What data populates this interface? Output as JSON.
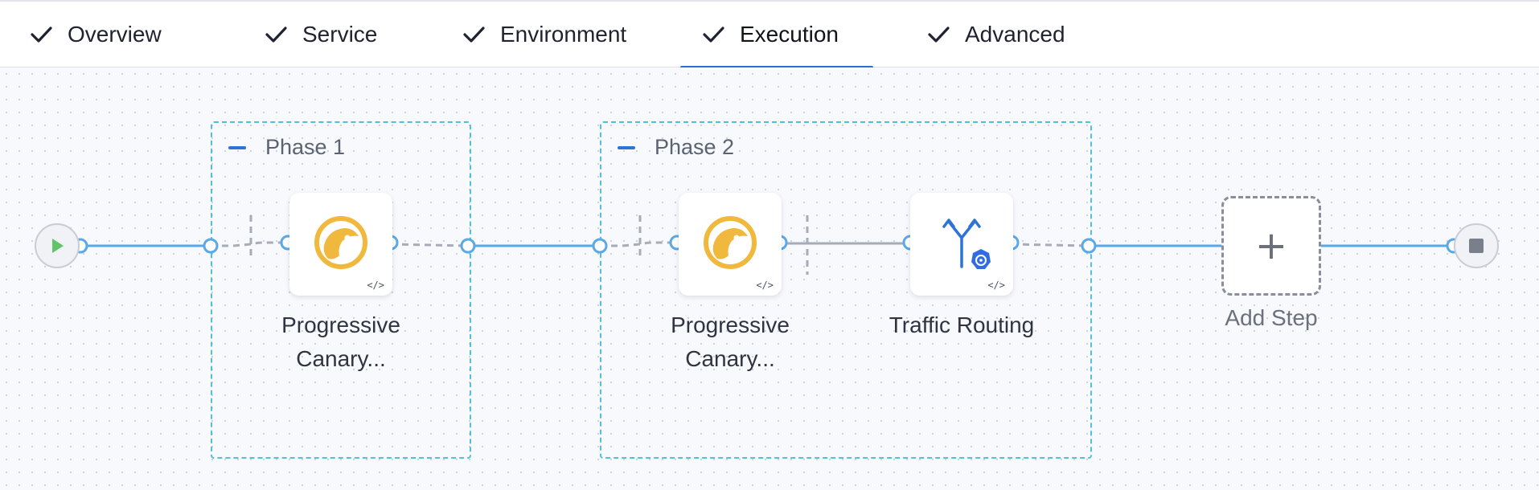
{
  "tabs": [
    {
      "label": "Overview",
      "completed": true,
      "active": false
    },
    {
      "label": "Service",
      "completed": true,
      "active": false
    },
    {
      "label": "Environment",
      "completed": true,
      "active": false
    },
    {
      "label": "Execution",
      "completed": true,
      "active": true
    },
    {
      "label": "Advanced",
      "completed": true,
      "active": false
    }
  ],
  "pipeline": {
    "start_icon": "play-icon",
    "end_icon": "stop-icon",
    "phases": [
      {
        "title": "Phase 1",
        "steps": [
          {
            "label_line1": "Progressive",
            "label_line2": "Canary...",
            "icon": "canary-bird-icon",
            "code_badge": "</>"
          }
        ]
      },
      {
        "title": "Phase 2",
        "steps": [
          {
            "label_line1": "Progressive",
            "label_line2": "Canary...",
            "icon": "canary-bird-icon",
            "code_badge": "</>"
          },
          {
            "label_line1": "Traffic Routing",
            "label_line2": "",
            "icon": "traffic-routing-kubernetes-icon",
            "code_badge": "</>"
          }
        ]
      }
    ],
    "add_step": {
      "label": "Add Step",
      "icon": "plus-icon"
    }
  },
  "colors": {
    "accent": "#2a6fce",
    "wire": "#5aa8e6",
    "phase_border": "#52c0d6",
    "canary": "#f0b83c",
    "start_play": "#5fc46a",
    "end_stop": "#7a7f8c"
  }
}
